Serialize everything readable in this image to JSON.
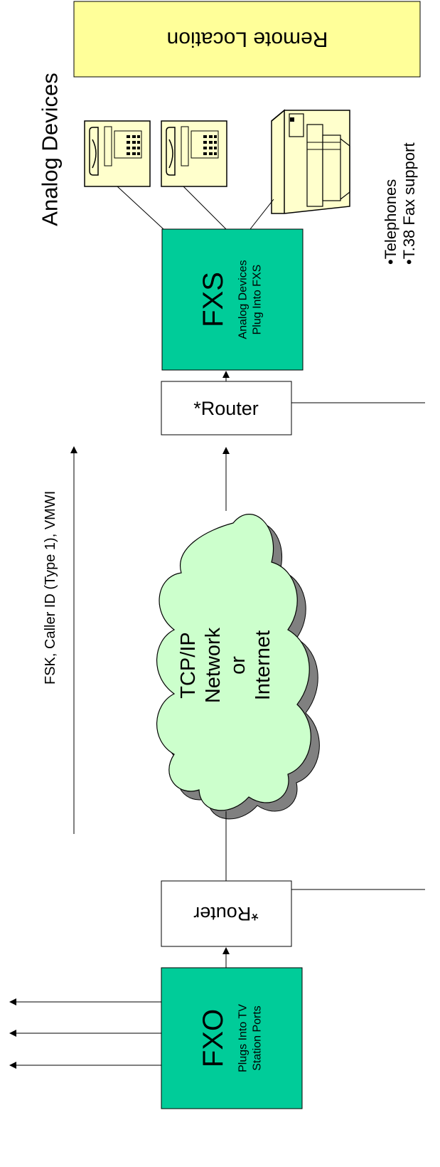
{
  "remote_location_label": "Remote Location",
  "analog_devices_heading": "Analog Devices",
  "features": {
    "telephones": "•Telephones",
    "fax": "•T.38 Fax support"
  },
  "fxs": {
    "title": "FXS",
    "line1": "Analog Devices",
    "line2": "Plug Into FXS"
  },
  "router_top_label": "*Router",
  "router_bottom_label": "*Router",
  "network_cloud": {
    "line1": "TCP/IP",
    "line2": "Network",
    "line3": "or",
    "line4": "Internet"
  },
  "signal_label": "FSK, Caller ID (Type 1), VMWI",
  "fxo": {
    "title": "FXO",
    "line1": "Plugs Into TV",
    "line2": "Station Ports"
  },
  "colors": {
    "remote_box_fill": "#ffff99",
    "fx_box_fill": "#00cc99",
    "cloud_fill": "#ccffcc",
    "cloud_shadow": "#808080",
    "device_fill": "#ffffcc"
  }
}
